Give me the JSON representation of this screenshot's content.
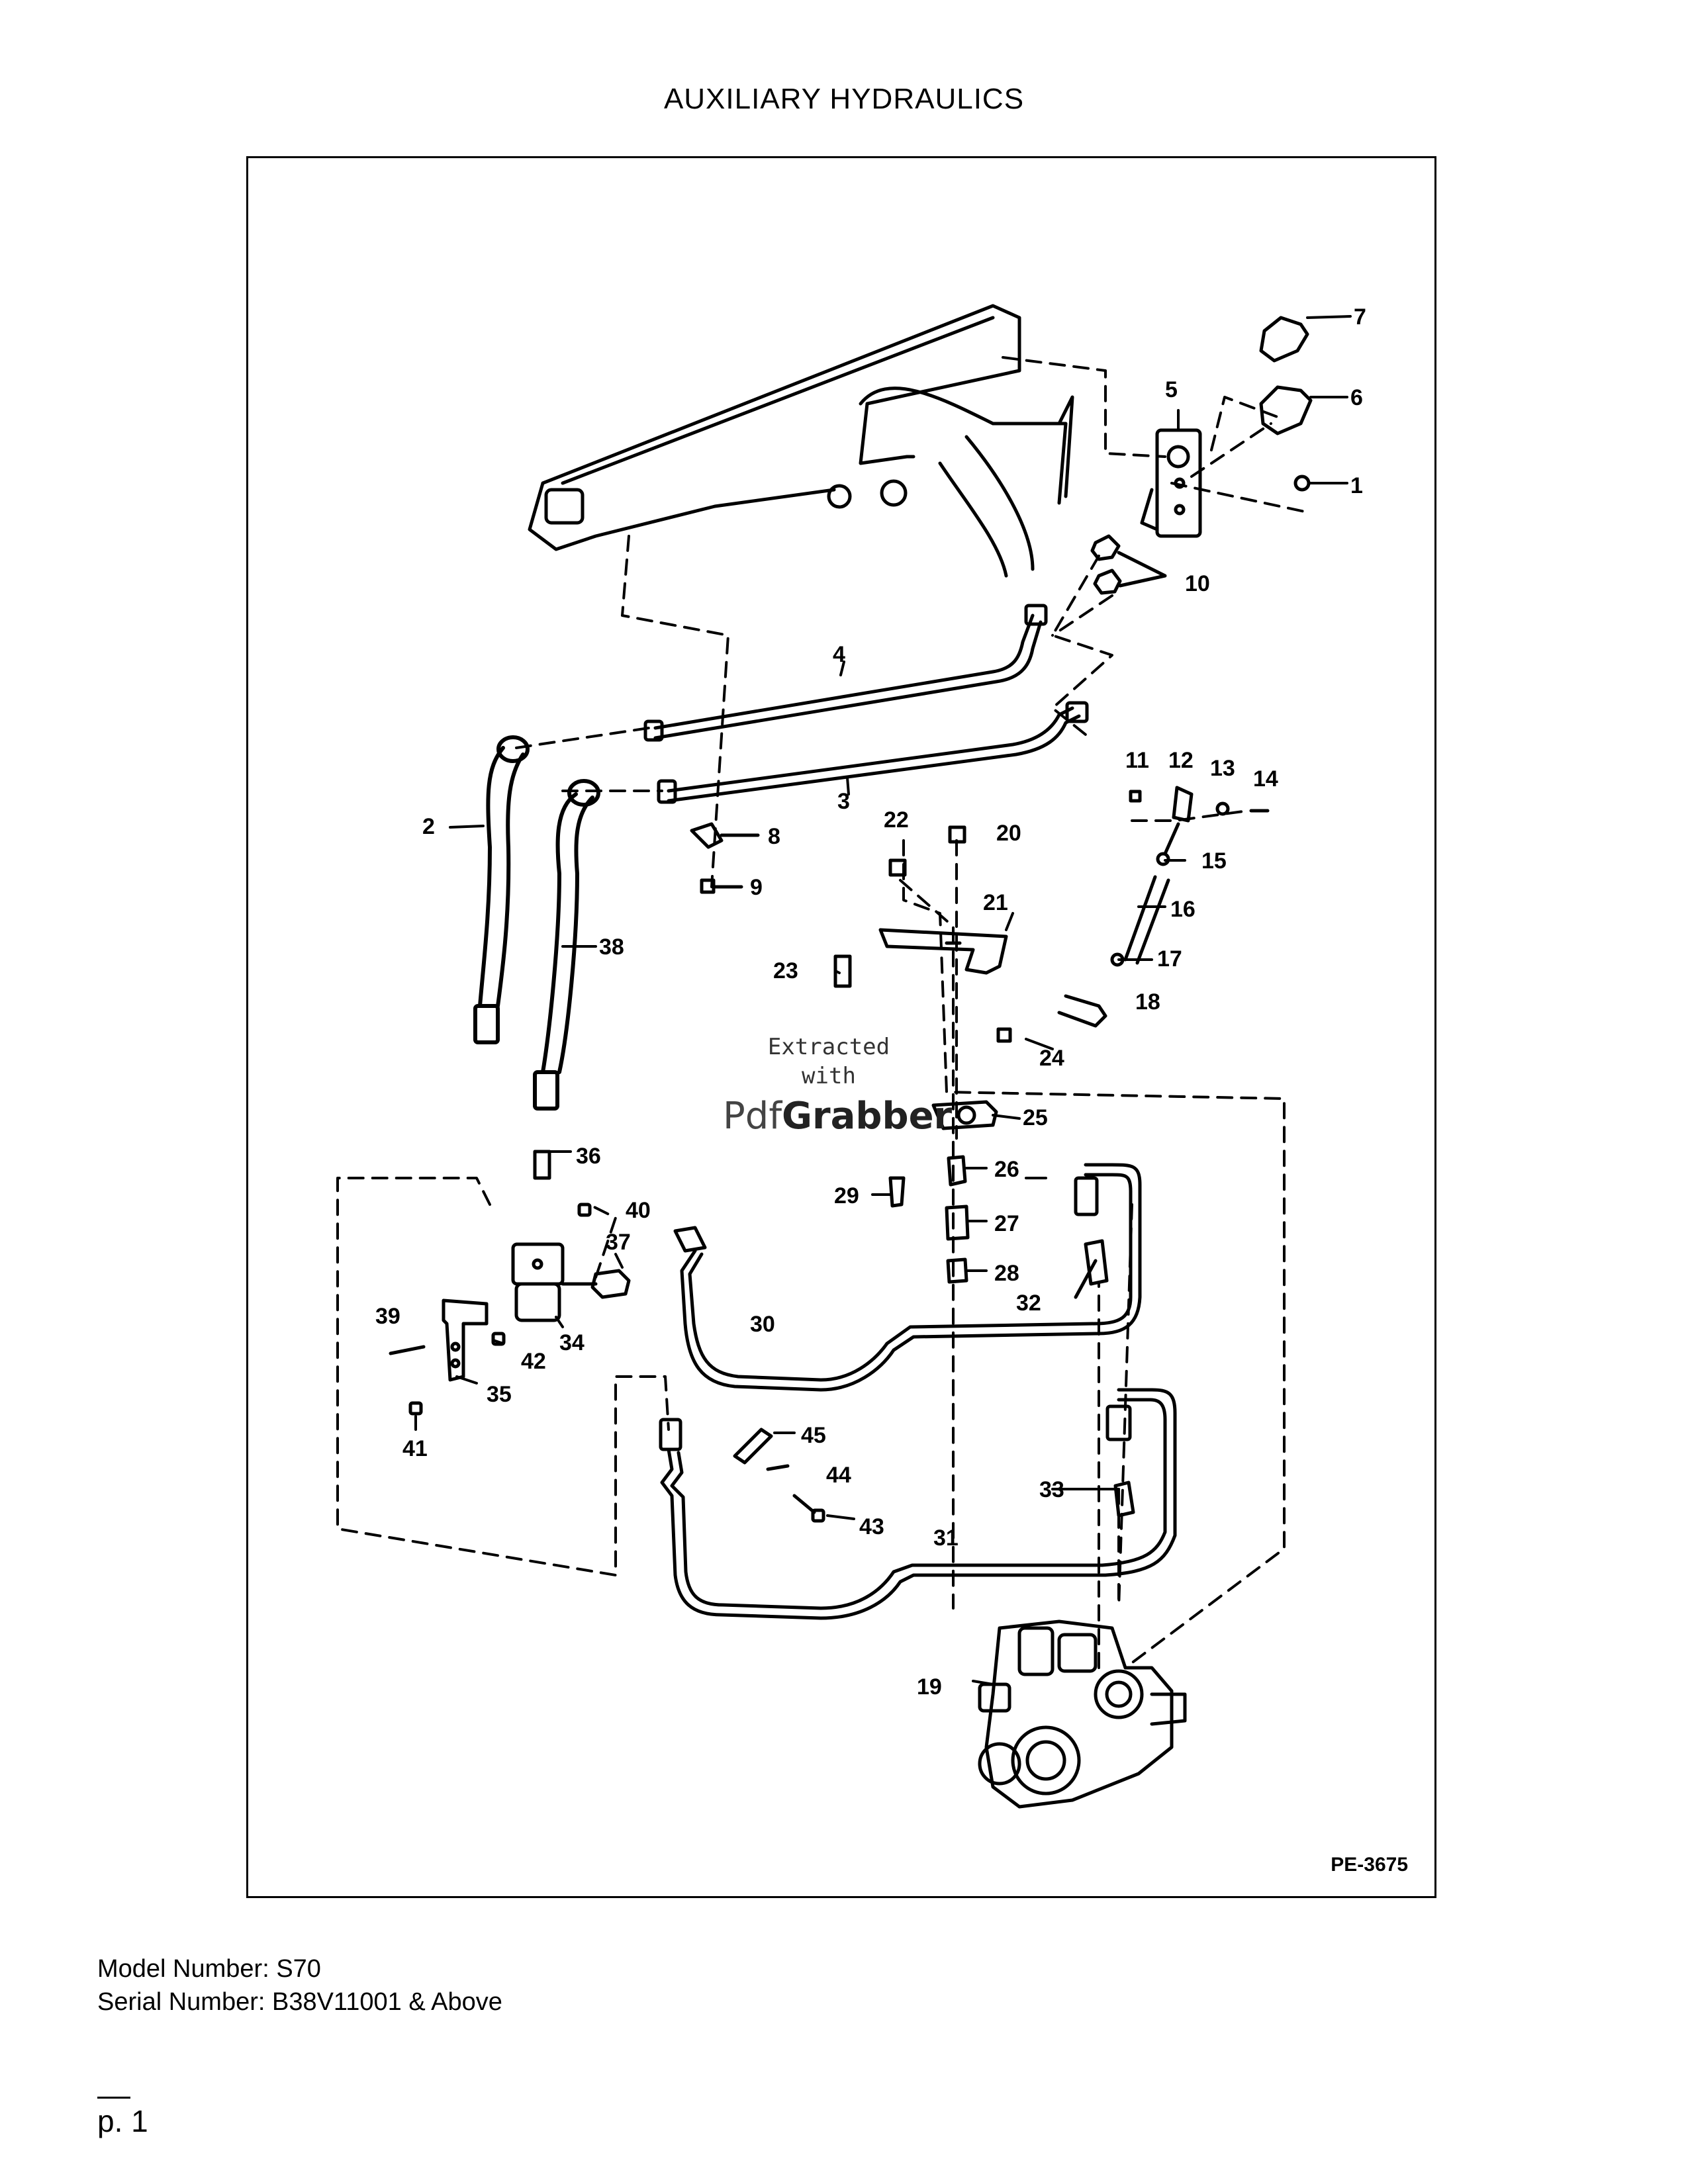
{
  "page": {
    "title": "AUXILIARY HYDRAULICS",
    "figure_ref": "PE-3675",
    "footer": {
      "model_label": "Model Number: S70",
      "serial_label": "Serial Number: B38V11001 & Above"
    },
    "page_number": "p. 1"
  },
  "watermark": {
    "line1": "Extracted",
    "line2": "with",
    "brand_a": "Pdf",
    "brand_b": "Grabber"
  },
  "callouts": {
    "c1": "1",
    "c2": "2",
    "c3": "3",
    "c4": "4",
    "c5": "5",
    "c6": "6",
    "c7": "7",
    "c8": "8",
    "c9": "9",
    "c10": "10",
    "c11": "11",
    "c12": "12",
    "c13": "13",
    "c14": "14",
    "c15": "15",
    "c16": "16",
    "c17": "17",
    "c18": "18",
    "c19": "19",
    "c20": "20",
    "c21": "21",
    "c22": "22",
    "c23": "23",
    "c24": "24",
    "c25": "25",
    "c26": "26",
    "c27": "27",
    "c28": "28",
    "c29": "29",
    "c30": "30",
    "c31": "31",
    "c32": "32",
    "c33": "33",
    "c34": "34",
    "c35": "35",
    "c36": "36",
    "c37": "37",
    "c38": "38",
    "c39": "39",
    "c40": "40",
    "c41": "41",
    "c42": "42",
    "c43": "43",
    "c44": "44",
    "c45": "45"
  }
}
